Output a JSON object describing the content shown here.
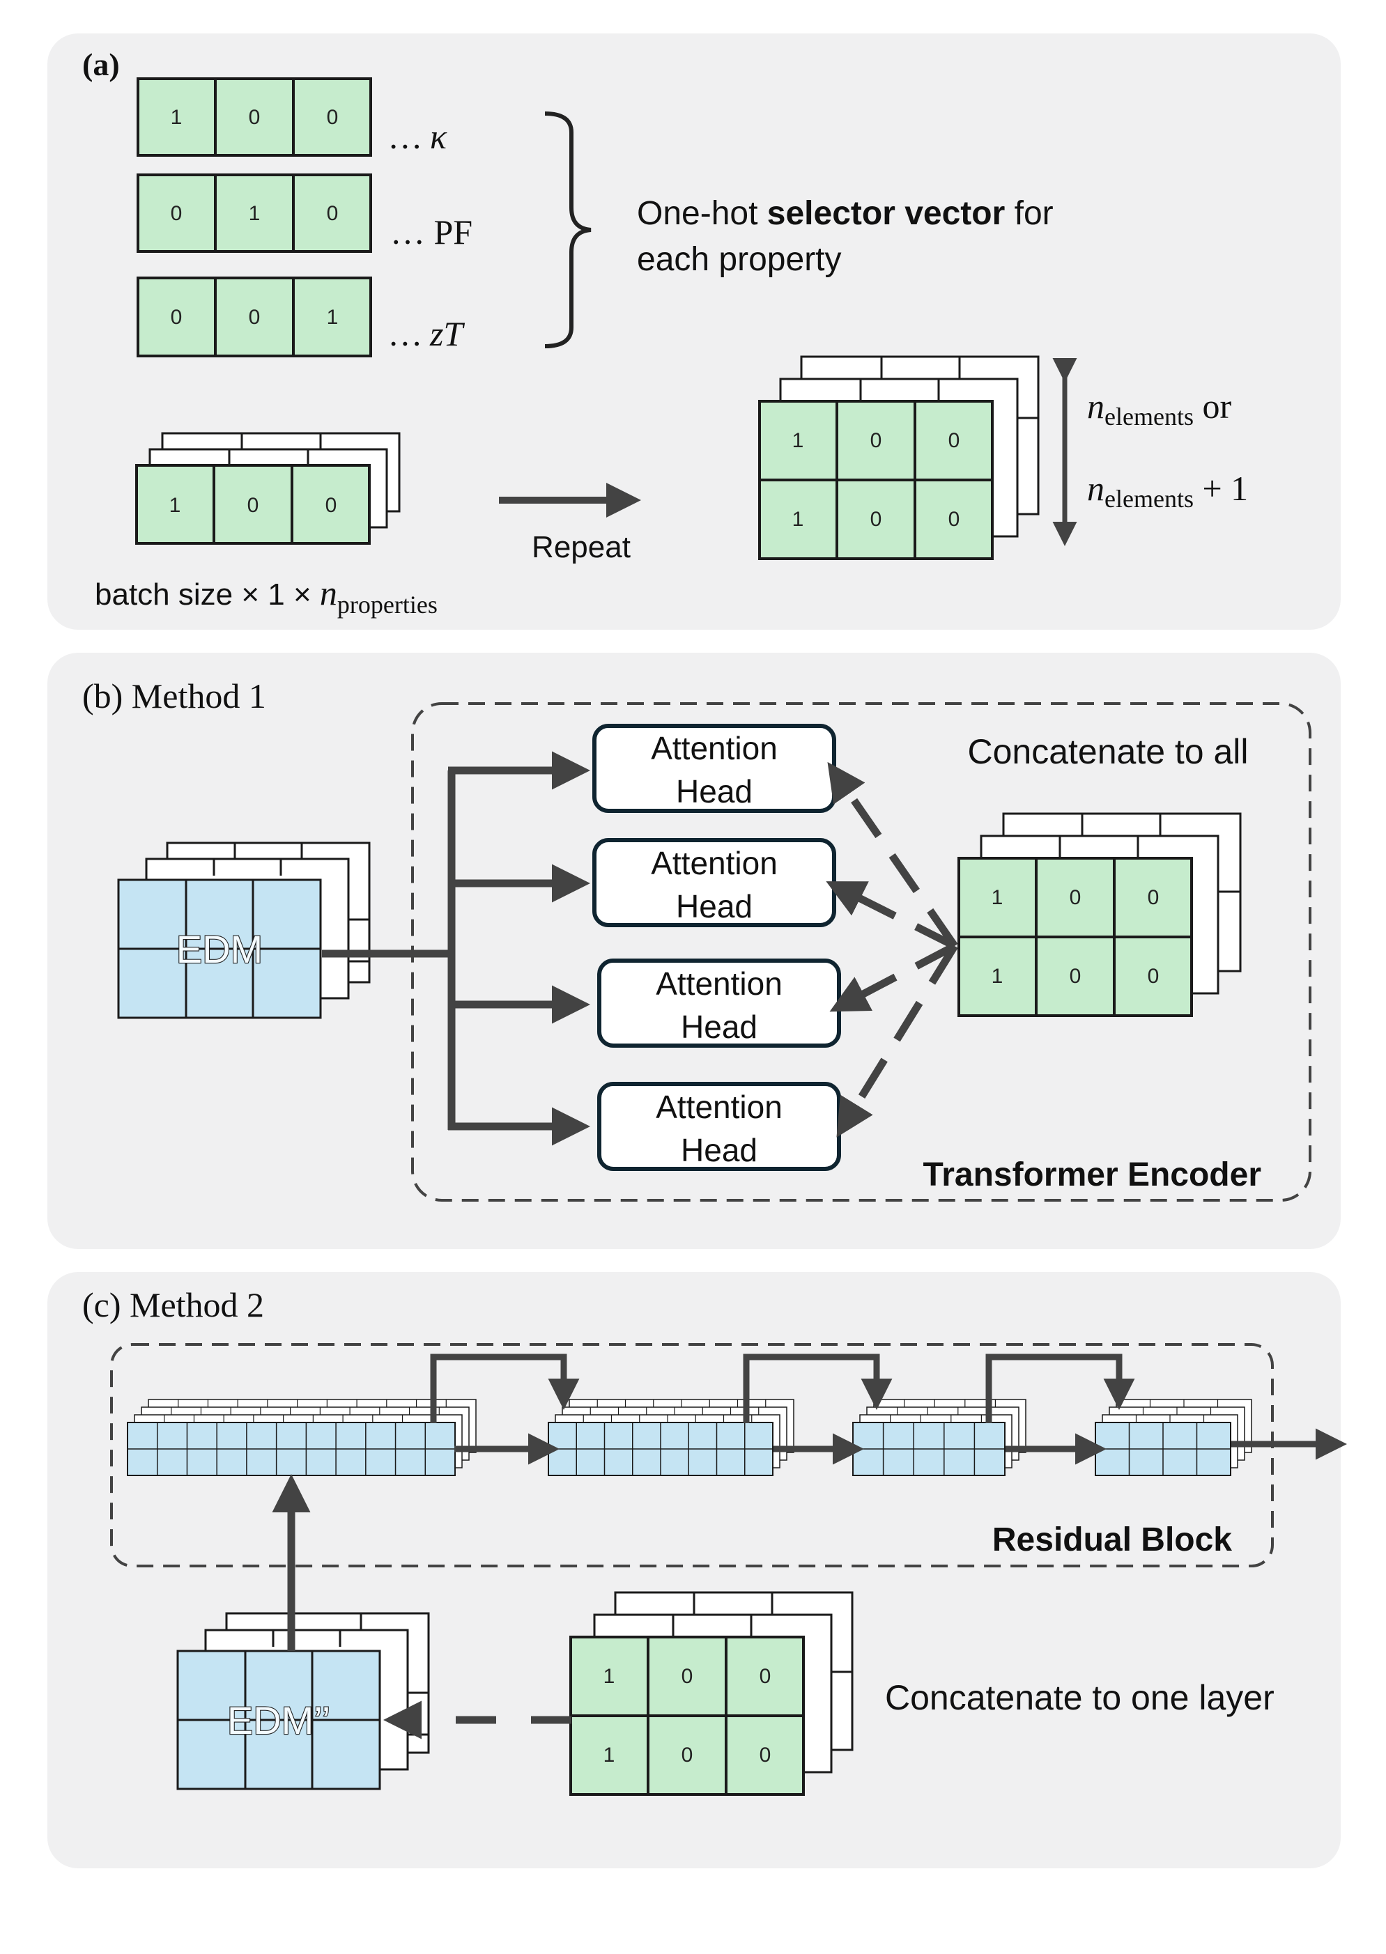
{
  "colors": {
    "panel_bg": "#f0f0f1",
    "green_cell": "#c6eccd",
    "blue_cell": "#c5e4f3",
    "stroke": "#1a1a1a",
    "arrow": "#434343",
    "box_border": "#0f2430"
  },
  "panel_a": {
    "label": "(a)",
    "selectors": [
      {
        "values": [
          "1",
          "0",
          "0"
        ],
        "suffix": "… κ"
      },
      {
        "values": [
          "0",
          "1",
          "0"
        ],
        "suffix": "… PF"
      },
      {
        "values": [
          "0",
          "0",
          "1"
        ],
        "suffix": "… zT"
      }
    ],
    "annotation_prefix": "One-hot ",
    "annotation_bold": "selector vector",
    "annotation_rest": " for",
    "annotation_line2": "each property",
    "batch_values": [
      "1",
      "0",
      "0"
    ],
    "batch_label_prefix": "batch size × 1 × ",
    "batch_label_var": "n",
    "batch_label_sub": "properties",
    "repeat_label": "Repeat",
    "repeated_rows": [
      [
        "1",
        "0",
        "0"
      ],
      [
        "1",
        "0",
        "0"
      ]
    ],
    "dim_var": "n",
    "dim_sub": "elements",
    "dim_line1_suffix": " or",
    "dim_line2_suffix": " + 1"
  },
  "panel_b": {
    "label": "(b) Method 1",
    "edm_label": "EDM",
    "heads": [
      {
        "line1": "Attention",
        "line2": "Head"
      },
      {
        "line1": "Attention",
        "line2": "Head"
      },
      {
        "line1": "Attention",
        "line2": "Head"
      },
      {
        "line1": "Attention",
        "line2": "Head"
      }
    ],
    "concat_label": "Concatenate to all",
    "encoder_label": "Transformer Encoder",
    "matrix_rows": [
      [
        "1",
        "0",
        "0"
      ],
      [
        "1",
        "0",
        "0"
      ]
    ]
  },
  "panel_c": {
    "label": "(c) Method 2",
    "block_label": "Residual Block",
    "edm_label": "EDM’’",
    "concat_label": "Concatenate to one layer",
    "matrix_rows": [
      [
        "1",
        "0",
        "0"
      ],
      [
        "1",
        "0",
        "0"
      ]
    ]
  }
}
